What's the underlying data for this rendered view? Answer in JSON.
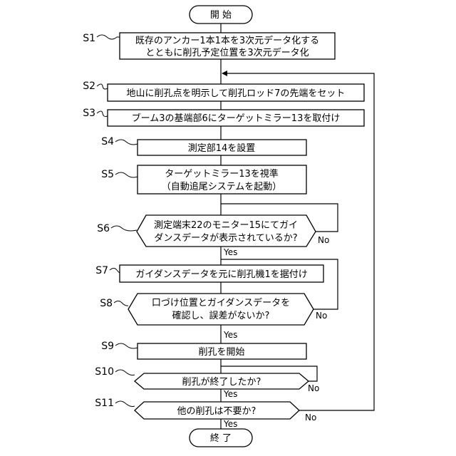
{
  "flowchart": {
    "start": "開 始",
    "end": "終 了",
    "steps": [
      {
        "id": "S1",
        "lines": [
          "既存のアンカー1本1本を3次元データ化する",
          "とともに削孔予定位置を3次元データ化"
        ]
      },
      {
        "id": "S2",
        "lines": [
          "地山に削孔点を明示して削孔ロッド7の先端をセット"
        ]
      },
      {
        "id": "S3",
        "lines": [
          "ブーム3の基端部6にターゲットミラー13を取付け"
        ]
      },
      {
        "id": "S4",
        "lines": [
          "測定部14を設置"
        ]
      },
      {
        "id": "S5",
        "lines": [
          "ターゲットミラー13を視準",
          "（自動追尾システムを起動）"
        ]
      },
      {
        "id": "S6",
        "lines": [
          "測定端末22のモニター15にてガイ",
          "ダンスデータが表示されているか?"
        ]
      },
      {
        "id": "S7",
        "lines": [
          "ガイダンスデータを元に削孔機1を据付け"
        ]
      },
      {
        "id": "S8",
        "lines": [
          "口づけ位置とガイダンスデータを",
          "確認し、誤差がないか?"
        ]
      },
      {
        "id": "S9",
        "lines": [
          "削孔を開始"
        ]
      },
      {
        "id": "S10",
        "lines": [
          "削孔が終了したか?"
        ]
      },
      {
        "id": "S11",
        "lines": [
          "他の削孔は不要か?"
        ]
      }
    ],
    "yes_label": "Yes",
    "no_label": "No"
  }
}
